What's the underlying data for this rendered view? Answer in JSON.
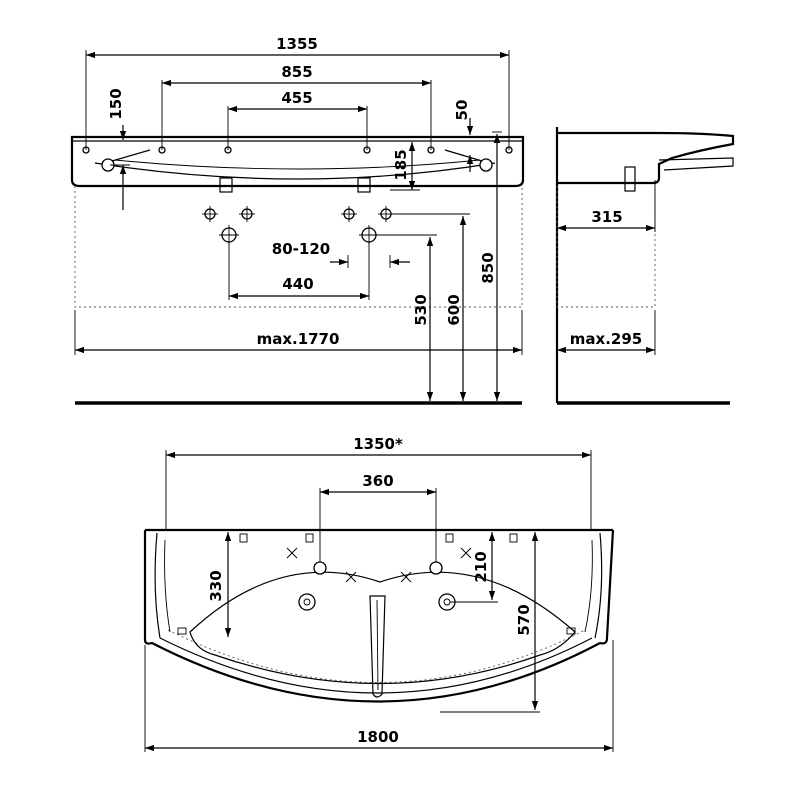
{
  "front_view": {
    "overall_width": "1355",
    "hole_spacing_outer": "855",
    "hole_spacing_inner": "455",
    "mount_height": "150",
    "edge_offset": "50",
    "tap_depth": "185",
    "drain_range": "80-120",
    "drain_spacing": "440",
    "height_530": "530",
    "height_600": "600",
    "height_850": "850",
    "max_width": "max.1770"
  },
  "side_view": {
    "depth": "315",
    "max_depth": "max.295"
  },
  "top_view": {
    "width": "1350*",
    "tap_spacing": "360",
    "depth_330": "330",
    "depth_210": "210",
    "depth_570": "570",
    "overall_width": "1800"
  }
}
